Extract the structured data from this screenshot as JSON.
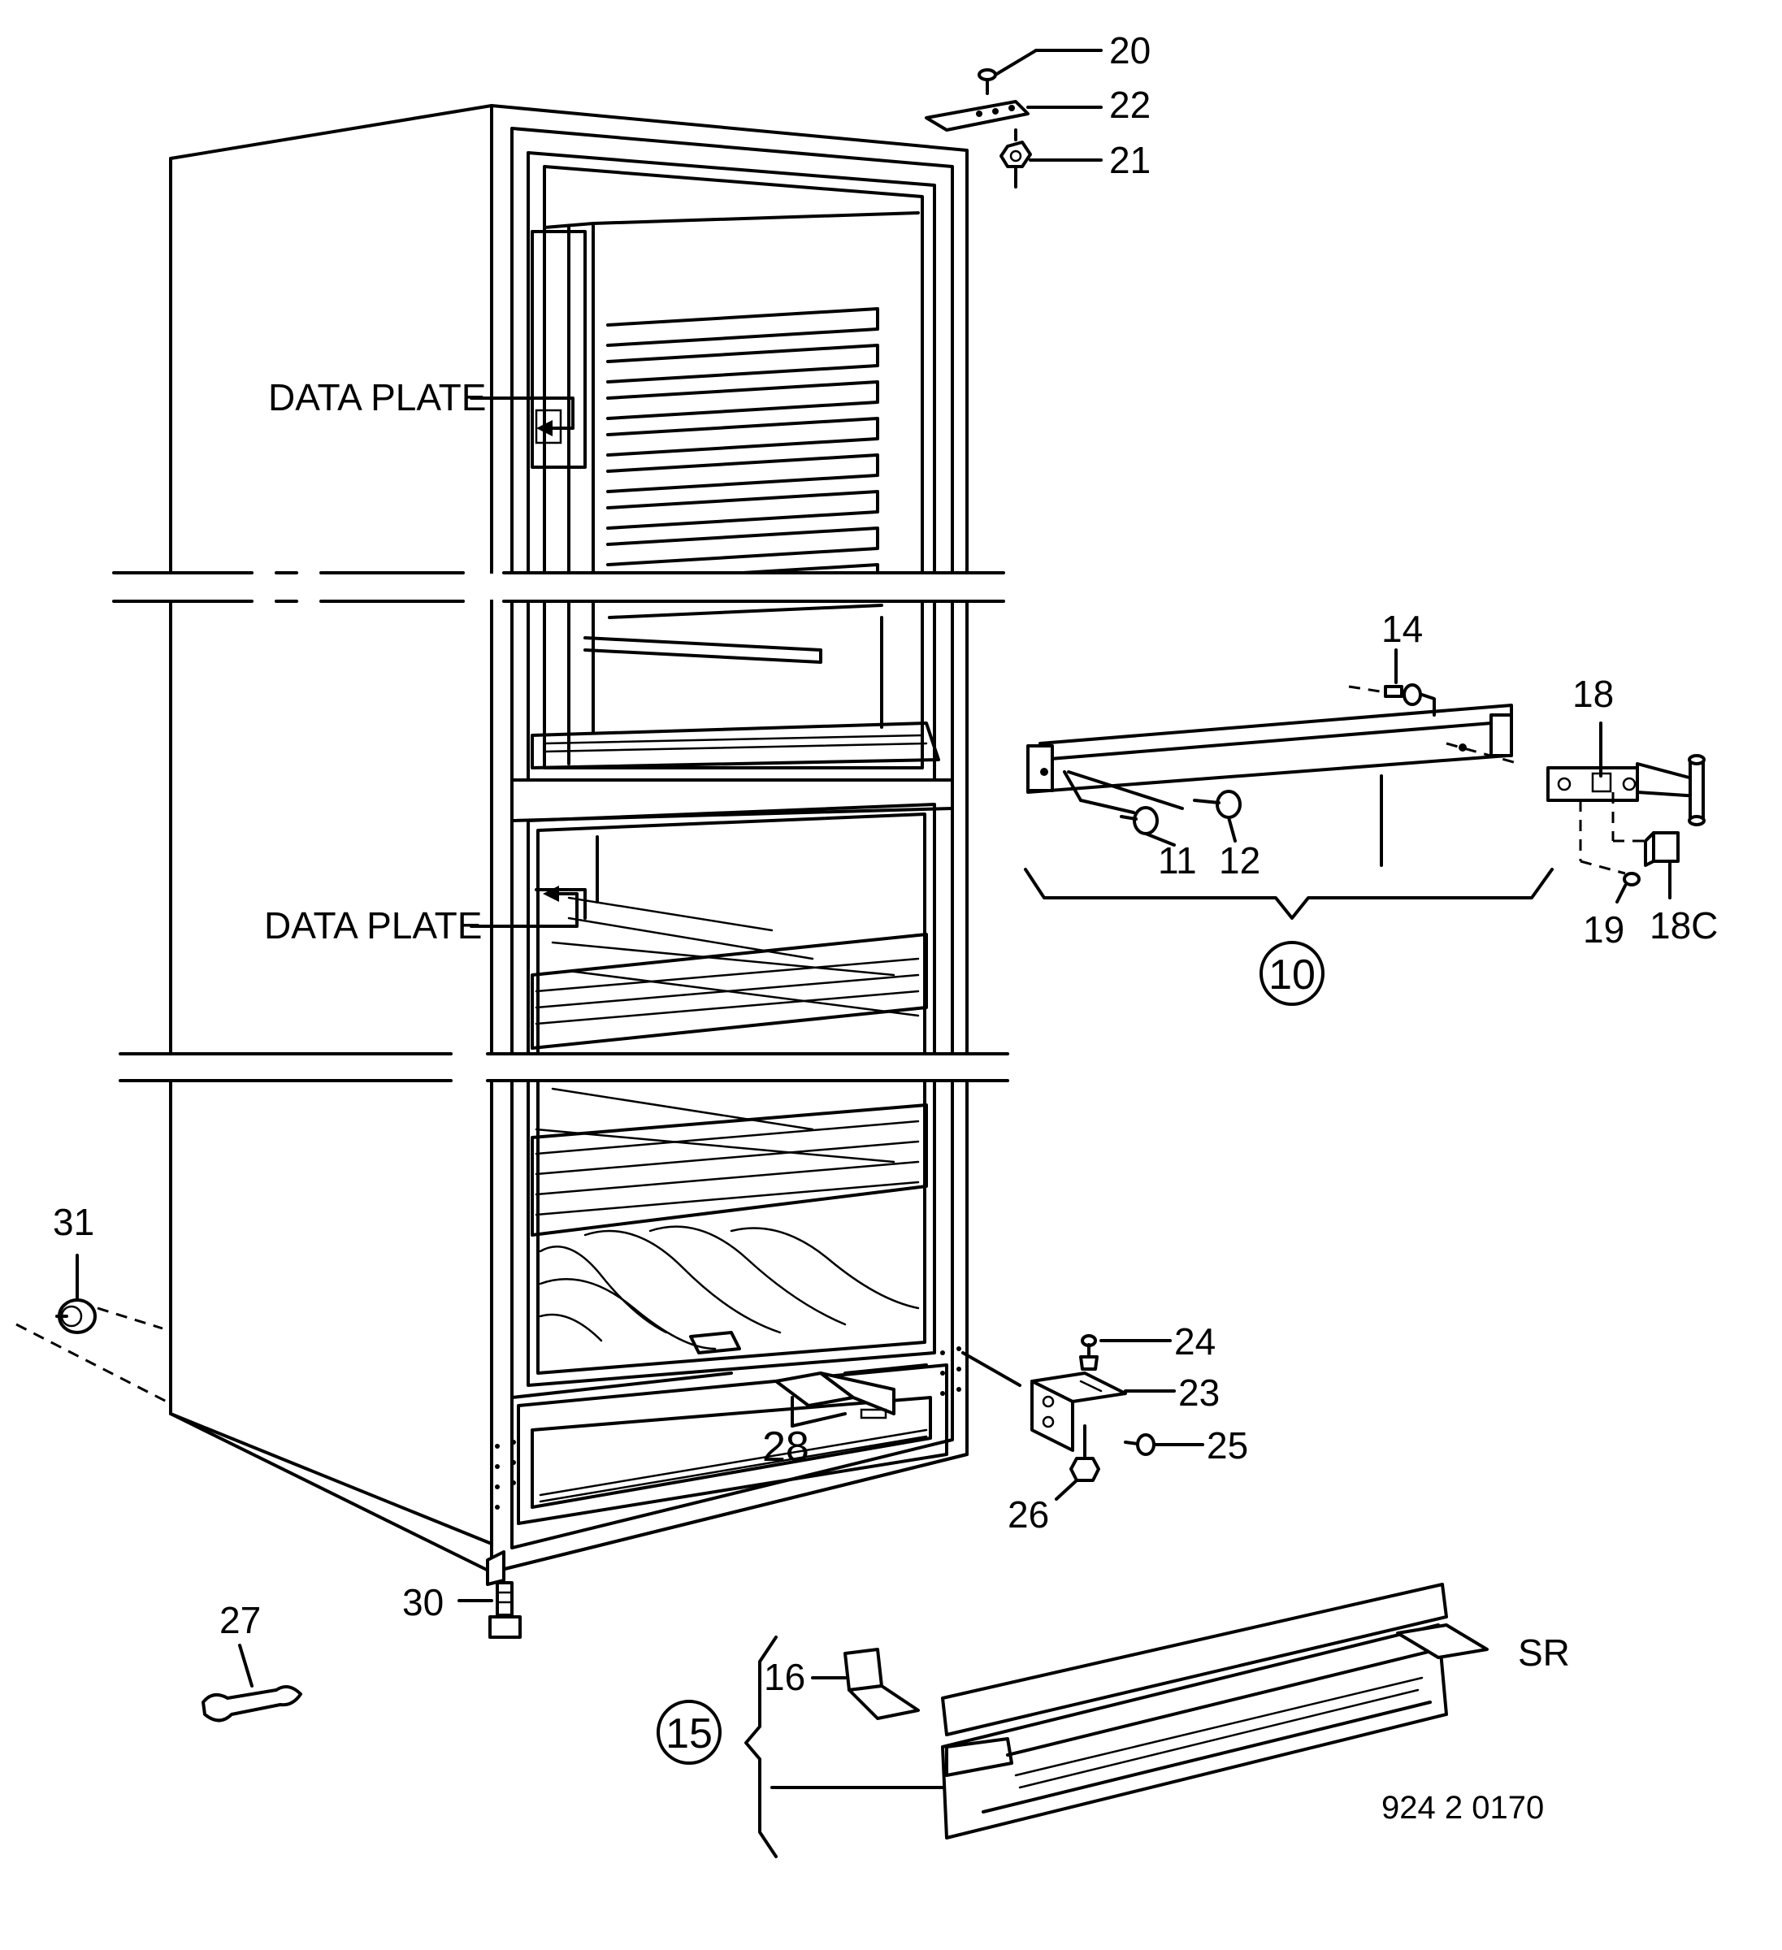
{
  "diagram": {
    "callouts": {
      "data_plate_upper": "DATA PLATE",
      "data_plate_lower": "DATA PLATE"
    },
    "part_numbers": {
      "p10": "10",
      "p11": "11",
      "p12": "12",
      "p14": "14",
      "p15": "15",
      "p16": "16",
      "p18": "18",
      "p18c": "18C",
      "p19": "19",
      "p20": "20",
      "p21": "21",
      "p22": "22",
      "p23": "23",
      "p24": "24",
      "p25": "25",
      "p26": "26",
      "p27": "27",
      "p28": "28",
      "p30": "30",
      "p31": "31"
    },
    "variant_label": "SR",
    "drawing_number": "924 2 0170"
  }
}
